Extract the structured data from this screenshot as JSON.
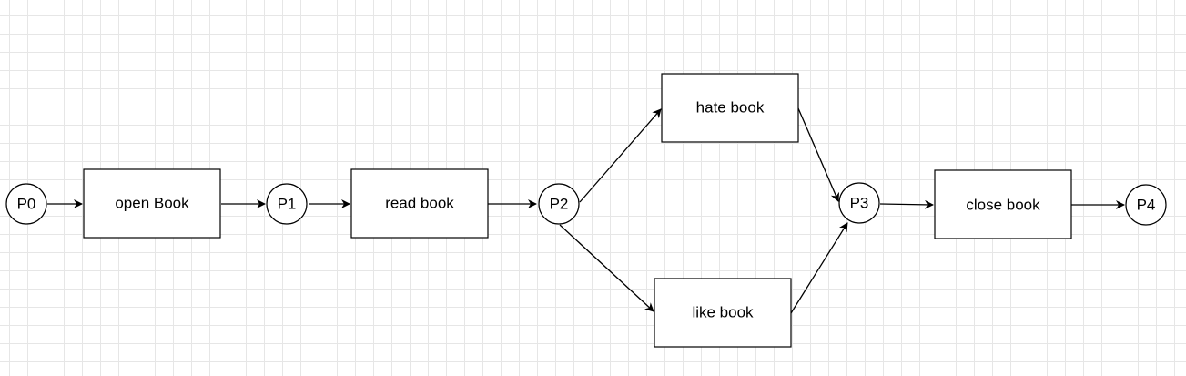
{
  "places": {
    "p0": "P0",
    "p1": "P1",
    "p2": "P2",
    "p3": "P3",
    "p4": "P4"
  },
  "transitions": {
    "open": "open Book",
    "read": "read book",
    "hate": "hate book",
    "like": "like book",
    "close": "close book"
  },
  "colors": {
    "stroke": "#000000",
    "fill": "#ffffff",
    "grid": "#e6e6e6"
  }
}
